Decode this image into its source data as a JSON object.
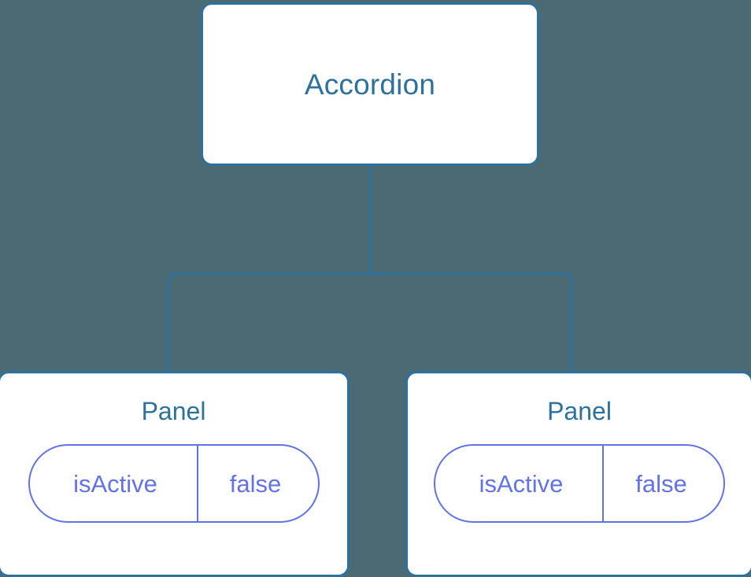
{
  "diagram": {
    "type": "component-tree",
    "background_color": "#4b6a73",
    "node_border_color": "#2d719f",
    "node_title_color": "#2d719f",
    "pill_color": "#6272e8",
    "edge_color": "#2d719f",
    "root": {
      "label": "Accordion"
    },
    "children": [
      {
        "label": "Panel",
        "state": {
          "key": "isActive",
          "value": "false"
        }
      },
      {
        "label": "Panel",
        "state": {
          "key": "isActive",
          "value": "false"
        }
      }
    ]
  }
}
